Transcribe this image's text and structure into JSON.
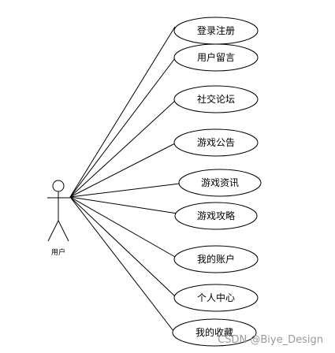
{
  "actor": {
    "label": "用户"
  },
  "use_cases": [
    {
      "id": "login-register",
      "label": "登录注册"
    },
    {
      "id": "user-message",
      "label": "用户留言"
    },
    {
      "id": "social-forum",
      "label": "社交论坛"
    },
    {
      "id": "game-announcement",
      "label": "游戏公告"
    },
    {
      "id": "game-news",
      "label": "游戏资讯"
    },
    {
      "id": "game-guide",
      "label": "游戏攻略"
    },
    {
      "id": "my-account",
      "label": "我的账户"
    },
    {
      "id": "personal-center",
      "label": "个人中心"
    },
    {
      "id": "my-favorites",
      "label": "我的收藏"
    }
  ],
  "watermark": "CSDN @Biye_Design",
  "colors": {
    "stroke": "#000000",
    "background": "#ffffff",
    "watermark": "#9a9a9a"
  }
}
